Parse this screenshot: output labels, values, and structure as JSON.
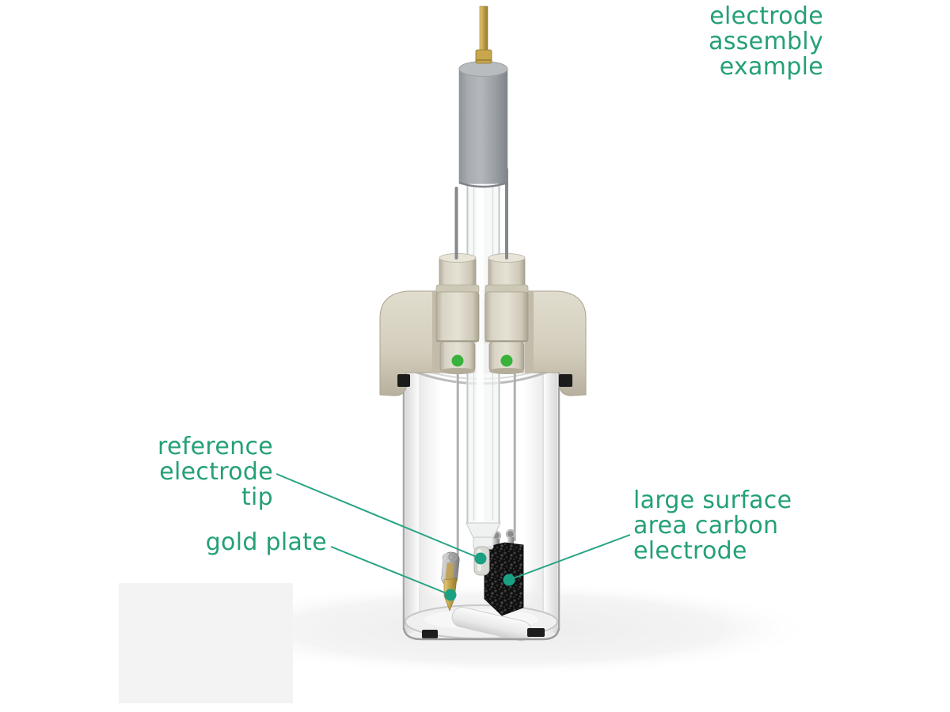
{
  "caption": {
    "text": "electrode\nassembly\nexample"
  },
  "labels": {
    "reference_tip": "reference\nelectrode\ntip",
    "gold_plate": "gold plate",
    "carbon_electrode": "large surface\narea carbon\nelectrode"
  },
  "colors": {
    "annotation_green": "#24a078",
    "leader_line": "#28a384",
    "marker_dot": "#1aa183",
    "port_dot": "#38b23b",
    "cap_beige": "#d8d3c3",
    "electrode_body_gray": "#a6aaae",
    "gold": "#c7a64d",
    "carbon_black": "#121212",
    "glass_edge": "#c3c7c9"
  },
  "parts": [
    {
      "name": "gold-connector-pin"
    },
    {
      "name": "reference-electrode-body"
    },
    {
      "name": "glass-tube"
    },
    {
      "name": "cell-cap"
    },
    {
      "name": "cap-port-fittings"
    },
    {
      "name": "glass-cell-vessel"
    },
    {
      "name": "reference-electrode-tip"
    },
    {
      "name": "gold-plate"
    },
    {
      "name": "large-surface-area-carbon-electrode"
    },
    {
      "name": "stir-bar"
    }
  ]
}
